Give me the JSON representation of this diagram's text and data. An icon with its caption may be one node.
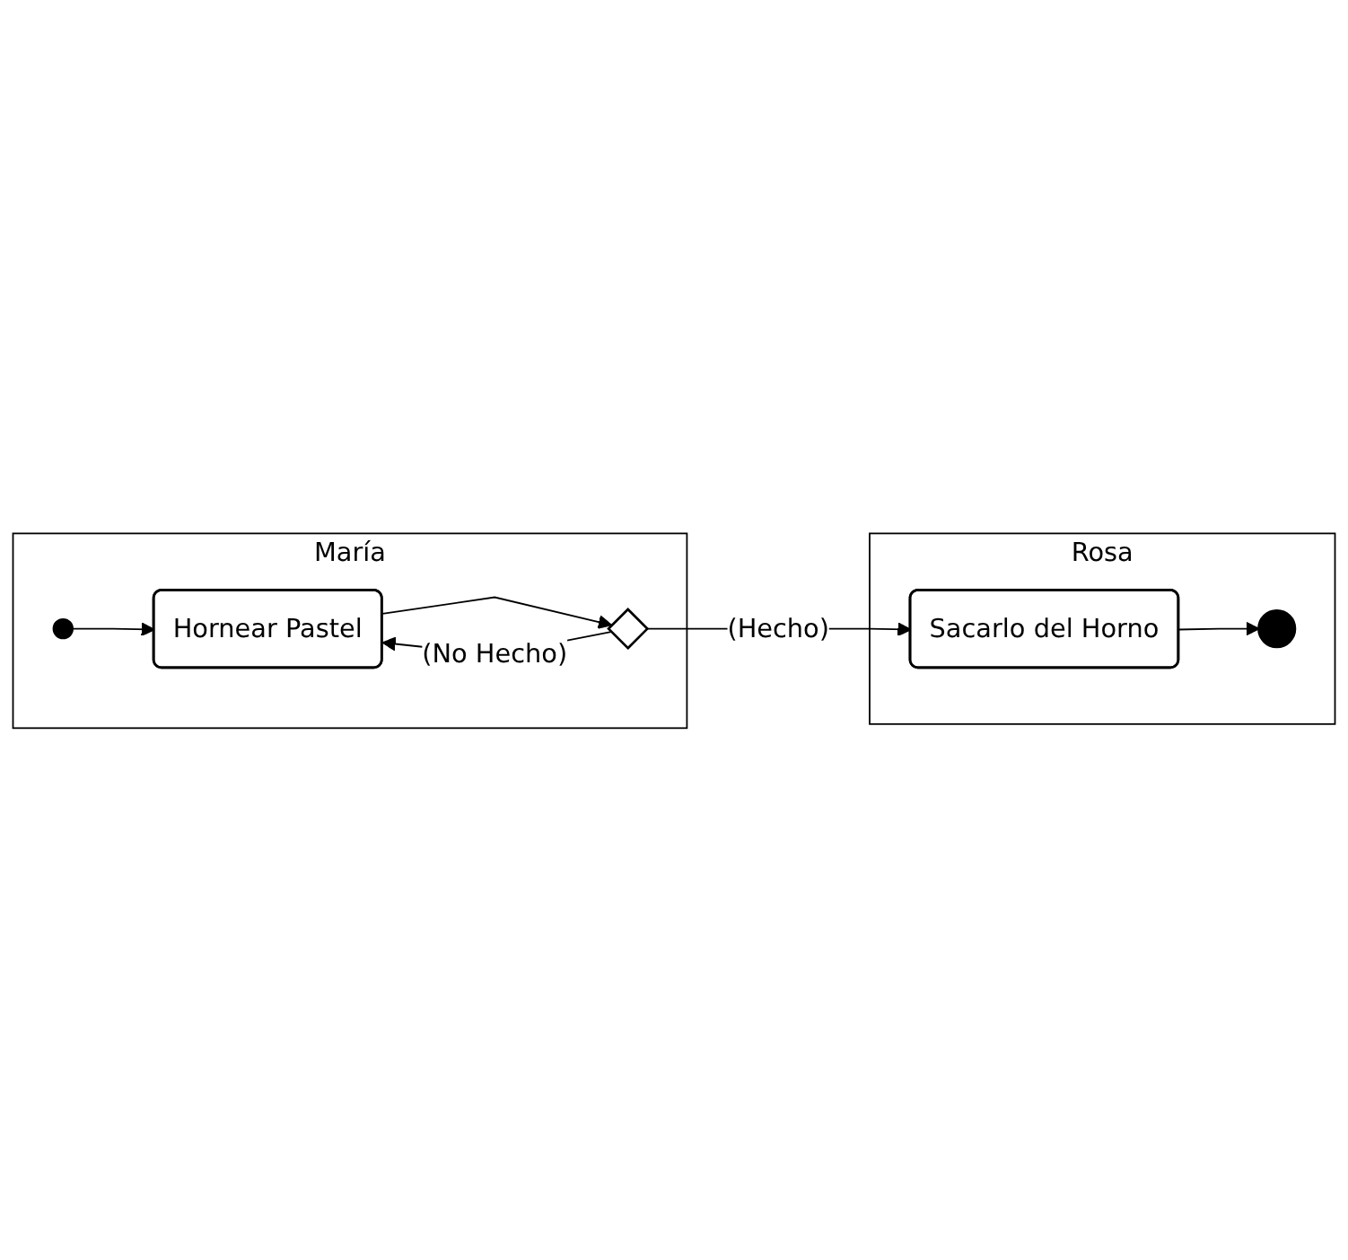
{
  "diagram": {
    "nodes": [
      {
        "text": [
          "María"
        ]
      },
      {
        "text": [
          "Rosa"
        ]
      },
      {
        "text": [],
        "shape": "circle",
        "in": 0
      },
      {
        "text": [
          "Hornear Pastel"
        ],
        "in": 0
      },
      {
        "text": [],
        "shape": "diamond",
        "in": 0
      },
      {
        "text": [
          "Sacarlo del Horno"
        ],
        "in": 1
      },
      {
        "text": [],
        "shape": "circle",
        "in": 1
      }
    ],
    "edges": [
      {
        "from": 2,
        "to": 3,
        "arrow": "to"
      },
      {
        "from": 3,
        "to": 4,
        "arrow": "to"
      },
      {
        "from": 4,
        "to": 3,
        "arrow": "to",
        "label": "(No Hecho)"
      },
      {
        "from": 4,
        "to": 5,
        "arrow": "to",
        "label": "(Hecho)"
      },
      {
        "from": 5,
        "to": 6,
        "arrow": "to"
      }
    ]
  }
}
